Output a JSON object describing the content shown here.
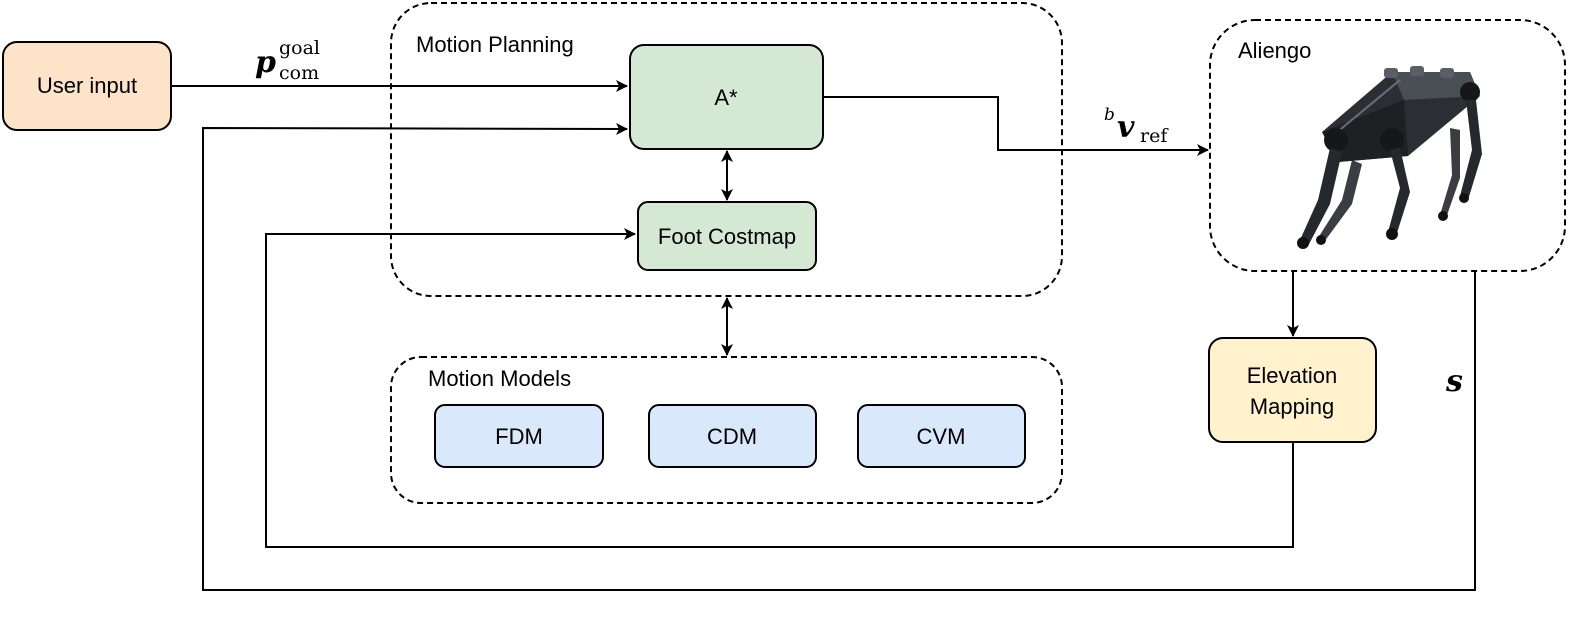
{
  "colors": {
    "user_input_fill": "#fde3c8",
    "planner_fill": "#d5e8d4",
    "model_fill": "#dae8fc",
    "elevation_fill": "#fff2cc",
    "stroke": "#000000"
  },
  "nodes": {
    "user_input": "User input",
    "a_star": "A*",
    "foot_costmap": "Foot Costmap",
    "elevation_mapping_line1": "Elevation",
    "elevation_mapping_line2": "Mapping",
    "models": [
      "FDM",
      "CDM",
      "CVM"
    ]
  },
  "groups": {
    "motion_planning": "Motion Planning",
    "motion_models": "Motion Models",
    "robot": "Aliengo"
  },
  "math_labels": {
    "p_goal": {
      "base": "p",
      "sup": "goal",
      "sub": "com"
    },
    "v_ref": {
      "pre_sup": "b",
      "base": "v",
      "sub": "ref"
    },
    "state": "s"
  },
  "icons": {
    "robot": "quadruped-robot-icon"
  }
}
